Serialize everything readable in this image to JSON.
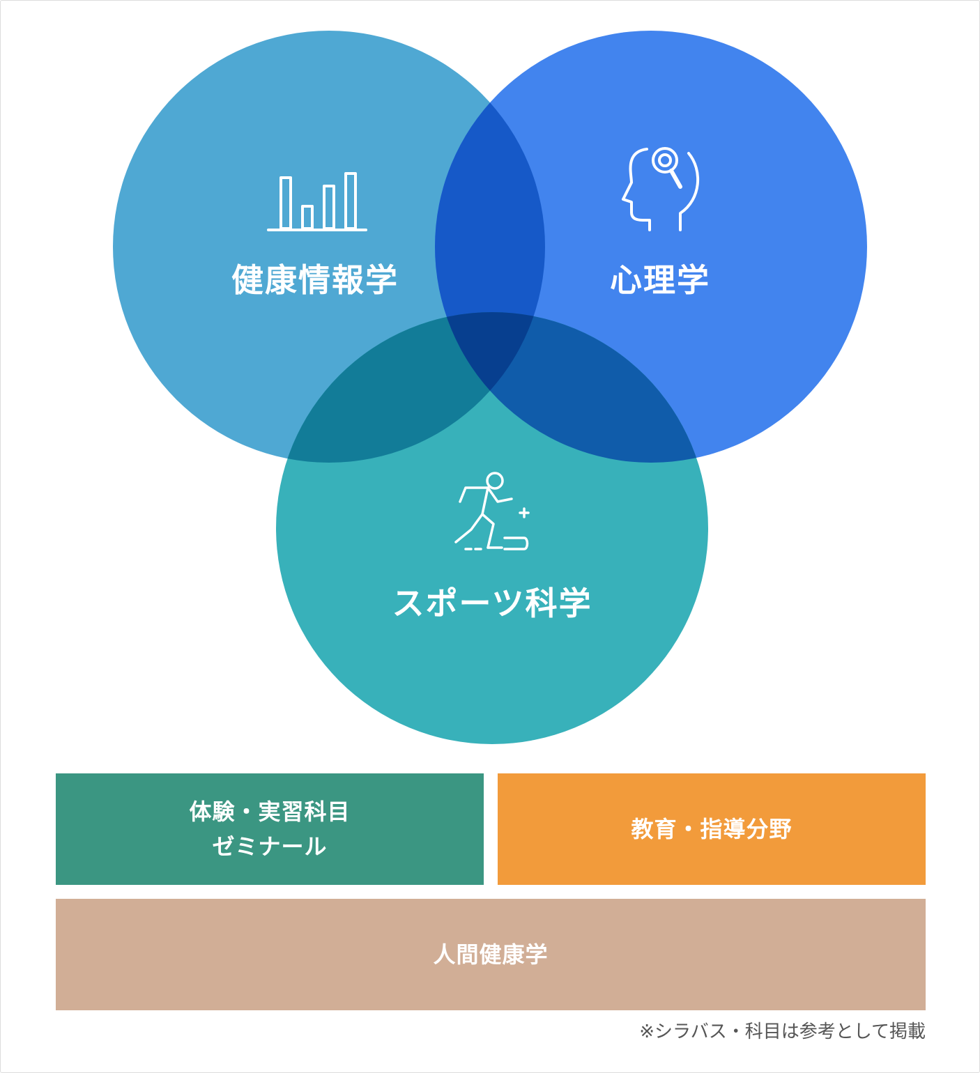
{
  "circles": [
    {
      "key": "health_info",
      "label": "健康情報学",
      "icon": "bar-chart-icon",
      "color": "#4fa8d3"
    },
    {
      "key": "psychology",
      "label": "心理学",
      "icon": "head-magnifier-icon",
      "color": "#4284ee"
    },
    {
      "key": "sports",
      "label": "スポーツ科学",
      "icon": "runner-icon",
      "color": "#38b1ba"
    }
  ],
  "boxes": {
    "practical": {
      "line1": "体験・実習科目",
      "line2": "ゼミナール",
      "color": "#3b9682"
    },
    "education": {
      "label": "教育・指導分野",
      "color": "#f29b3b"
    },
    "human": {
      "label": "人間健康学",
      "color": "#d1ae96"
    }
  },
  "note": "※シラバス・科目は参考として掲載"
}
